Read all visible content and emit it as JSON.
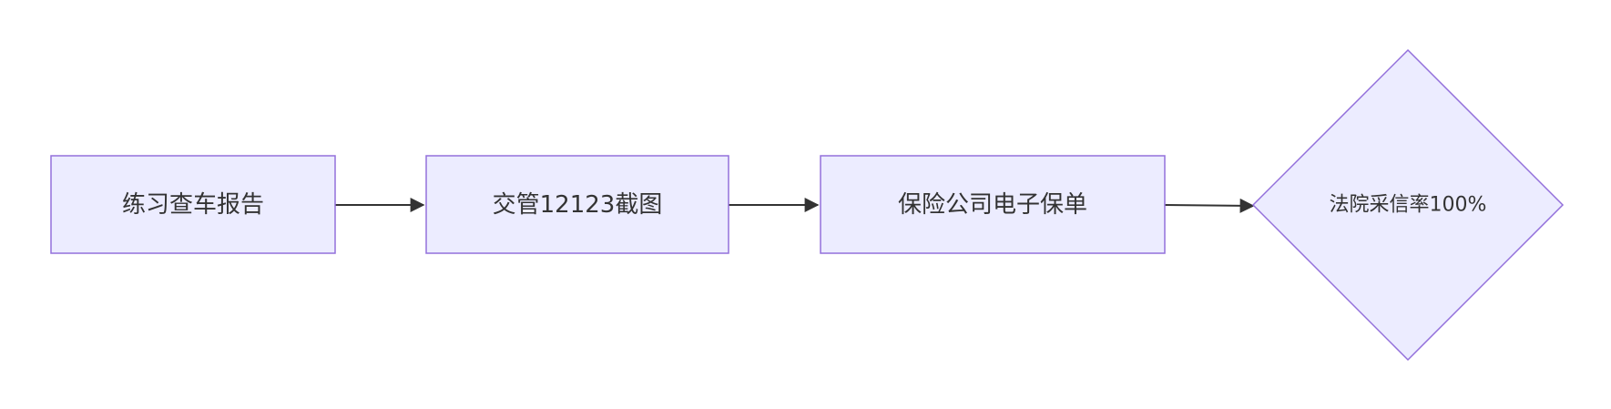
{
  "colors": {
    "node_fill": "#ECECFF",
    "node_stroke": "#9370DB",
    "edge": "#333333",
    "text": "#333333"
  },
  "nodes": [
    {
      "id": "A",
      "label": "练习查车报告",
      "shape": "rect"
    },
    {
      "id": "B",
      "label": "交管12123截图",
      "shape": "rect"
    },
    {
      "id": "C",
      "label": "保险公司电子保单",
      "shape": "rect"
    },
    {
      "id": "D",
      "label": "法院采信率100%",
      "shape": "diamond"
    }
  ],
  "edges": [
    {
      "from": "A",
      "to": "B"
    },
    {
      "from": "B",
      "to": "C"
    },
    {
      "from": "C",
      "to": "D"
    }
  ]
}
